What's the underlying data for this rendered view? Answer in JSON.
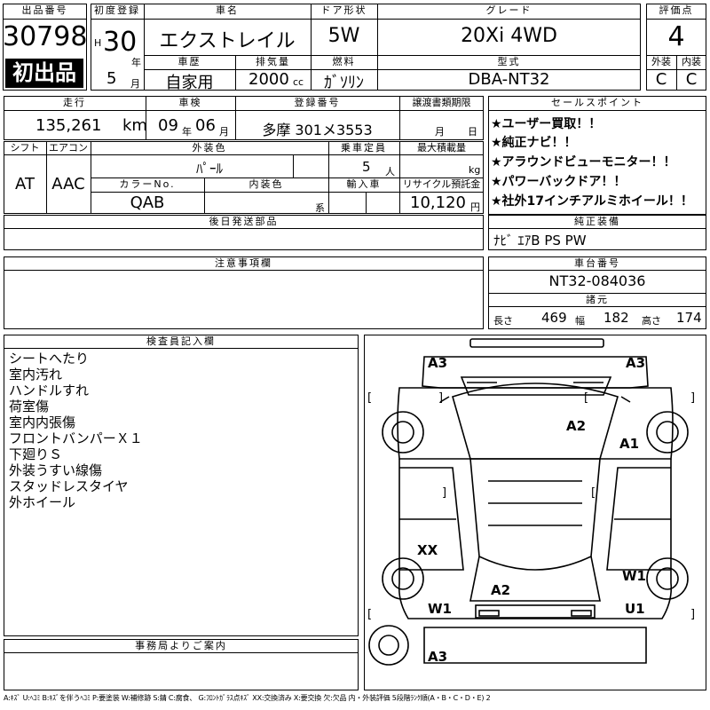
{
  "header": {
    "lot_label": "出品番号",
    "lot_no": "30798",
    "first_badge": "初出品",
    "reg_label": "初度登録",
    "era": "H",
    "year": "30",
    "year_unit": "年",
    "month": "5",
    "month_unit": "月",
    "name_label": "車名",
    "name": "エクストレイル",
    "door_label": "ドア形状",
    "door": "5W",
    "grade_label": "グレード",
    "grade": "20Xi 4WD",
    "score_label": "評価点",
    "score": "4",
    "history_label": "車歴",
    "history": "自家用",
    "disp_label": "排気量",
    "disp": "2000",
    "disp_unit": "cc",
    "fuel_label": "燃料",
    "fuel": "ｶﾞｿﾘﾝ",
    "model_label": "型式",
    "model": "DBA-NT32",
    "ext_label": "外装",
    "ext": "C",
    "int_label": "内装",
    "int": "C"
  },
  "row2": {
    "mileage_label": "走行",
    "mileage": "135,261",
    "mileage_unit": "km",
    "inspection_label": "車検",
    "insp_year": "09",
    "insp_year_unit": "年",
    "insp_month": "06",
    "insp_month_unit": "月",
    "plate_label": "登録番号",
    "plate": "多摩 301メ3553",
    "transfer_label": "譲渡書類期限",
    "transfer_month": "月",
    "transfer_day": "日"
  },
  "row3": {
    "shift_label": "シフト",
    "shift": "AT",
    "ac_label": "エアコン",
    "ac": "AAC",
    "color_label": "外装色",
    "color": "ﾊﾟｰﾙ",
    "capacity_label": "乗車定員",
    "capacity": "5",
    "capacity_unit": "人",
    "load_label": "最大積載量",
    "load_unit": "kg",
    "color_no_label": "カラーNo.",
    "color_no": "QAB",
    "interior_label": "内装色",
    "interior_unit": "系",
    "import_label": "輸入車",
    "recycle_label": "リサイクル預託金",
    "recycle": "10,120",
    "recycle_unit": "円"
  },
  "later_parts_label": "後日発送部品",
  "sales_points": {
    "label": "セールスポイント",
    "items": [
      "★ユーザー買取！！",
      "★純正ナビ！！",
      "★アラウンドビューモニター！！",
      "★パワーバックドア！！",
      "★社外17インチアルミホイール！！"
    ]
  },
  "options": {
    "label": "純正装備",
    "value": "ﾅﾋﾞ ｴｱB PS PW"
  },
  "notes_label": "注意事項欄",
  "chassis": {
    "label": "車台番号",
    "value": "NT32-084036"
  },
  "dims": {
    "label": "諸元",
    "len_label": "長さ",
    "len": "469",
    "wid_label": "幅",
    "wid": "182",
    "hgt_label": "高さ",
    "hgt": "174"
  },
  "inspector": {
    "label": "検査員記入欄",
    "lines": [
      "シートへたり",
      "室内汚れ",
      "ハンドルすれ",
      "荷室傷",
      "室内内張傷",
      "フロントバンパーＸ１",
      "下廻りＳ",
      "外装うすい線傷",
      "スタッドレスタイヤ",
      "外ホイール"
    ]
  },
  "office_label": "事務局よりご案内",
  "diagram_marks": [
    "A3",
    "A3",
    "A2",
    "A1",
    "XX",
    "W1",
    "A2",
    "W1",
    "U1",
    "A3"
  ],
  "legend": "A:ｷｽﾞ U:ﾍｺﾐ B:ｷｽﾞを伴うﾍｺﾐ P:要塗装 W:補修跡 S:錆 C:腐食、 G:ﾌﾛﾝﾄｶﾞﾗｽ点ｷｽﾞ XX:交換済み X:要交換 欠:欠品 内・外装評価 5段階ﾗﾝｸ順(A・B・C・D・E) 2"
}
